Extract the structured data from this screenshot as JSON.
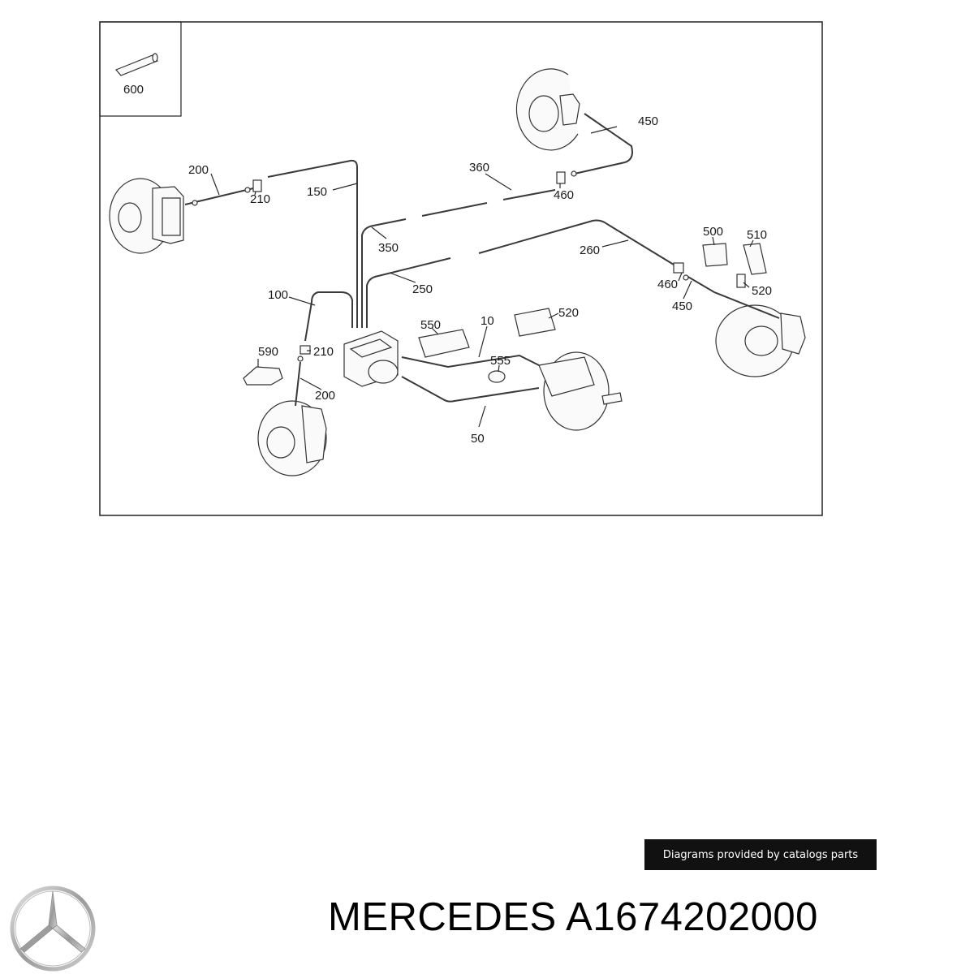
{
  "diagram": {
    "labels": {
      "l600": "600",
      "l450a": "450",
      "l360": "360",
      "l460a": "460",
      "l200a": "200",
      "l210a": "210",
      "l150": "150",
      "l350": "350",
      "l500": "500",
      "l510": "510",
      "l260": "260",
      "l250": "250",
      "l460b": "460",
      "l520a": "520",
      "l450b": "450",
      "l100": "100",
      "l550": "550",
      "l10": "10",
      "l520b": "520",
      "l590": "590",
      "l210b": "210",
      "l555": "555",
      "l200b": "200",
      "l50": "50"
    }
  },
  "banner": {
    "text": "Diagrams provided by catalogs parts"
  },
  "caption": {
    "brand": "MERCEDES",
    "part_number": "A1674202000"
  },
  "logo": {
    "icon": "mercedes-star-icon"
  }
}
